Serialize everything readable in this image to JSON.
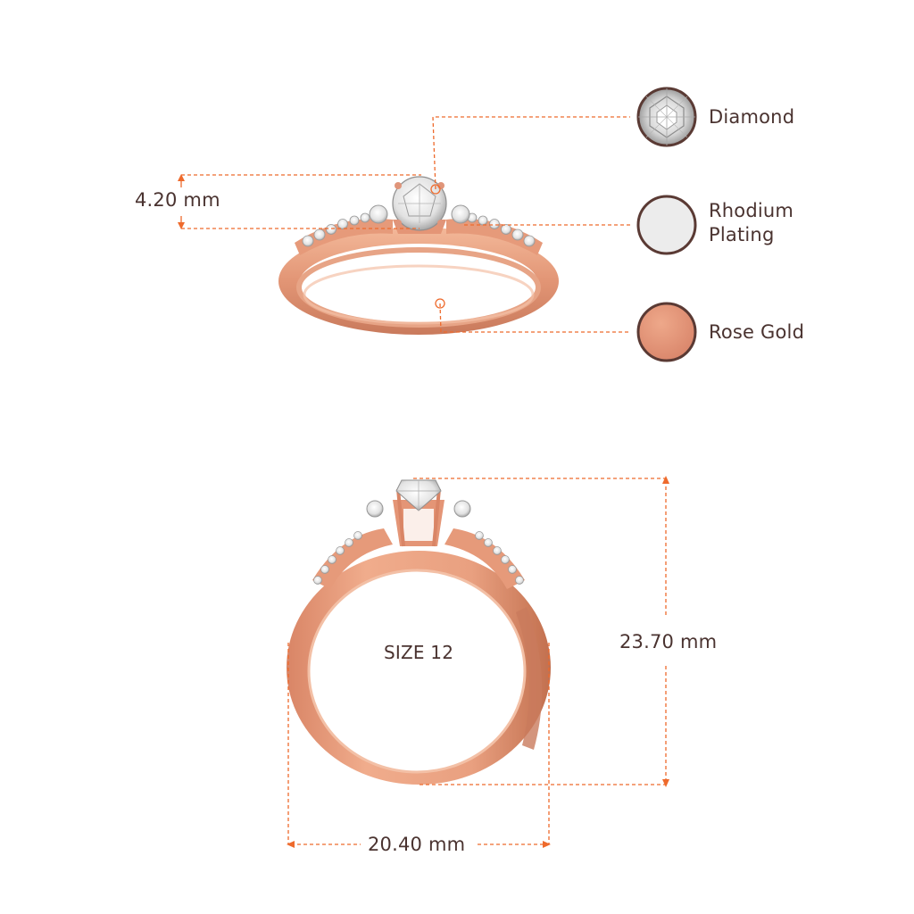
{
  "measurements": {
    "head_height": "4.20 mm",
    "ring_height": "23.70 mm",
    "ring_width": "20.40 mm",
    "size": "SIZE 12"
  },
  "legend": [
    {
      "label": "Diamond",
      "icon": "diamond-swatch-icon"
    },
    {
      "label": "Rhodium\nPlating",
      "icon": "rhodium-swatch-icon"
    },
    {
      "label": "Rose Gold",
      "icon": "rose-gold-swatch-icon"
    }
  ],
  "colors": {
    "accent_dim_line": "#ee6a2c",
    "rose_gold": "#e29575",
    "rose_gold_dark": "#c06e50",
    "rhodium": "#ececec",
    "swatch_border": "#5a3a34",
    "text": "#4a3330"
  }
}
